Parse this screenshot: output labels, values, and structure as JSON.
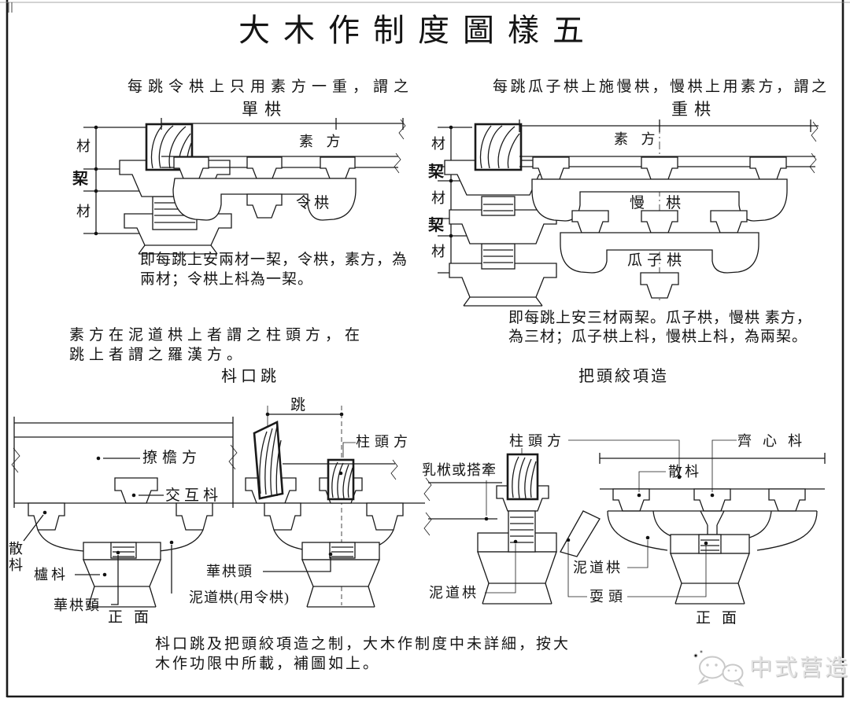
{
  "title": "大木作制度圖樣五",
  "top_left": {
    "caption": "每跳令栱上只用素方一重，謂之",
    "heading": "單栱",
    "dim_labels": [
      "材",
      "栔",
      "材"
    ],
    "su_fang": "素 方",
    "ling_gong": "令栱",
    "note1": "即每跳上安兩材一栔，令栱，素方，為",
    "note2": "兩材；令栱上枓為一栔。"
  },
  "top_right": {
    "caption": "每跳瓜子栱上施慢栱，慢栱上用素方，謂之",
    "heading": "重栱",
    "dim_labels": [
      "材",
      "栔",
      "材",
      "栔",
      "材"
    ],
    "su_fang": "素 方",
    "man_gong": "慢　栱",
    "guazi_gong": "瓜子栱",
    "note1": "即每跳上安三材兩栔。瓜子栱，慢栱 素方，",
    "note2": "為三材；瓜子栱上枓，慢栱上枓，為兩栔。"
  },
  "middle_note": {
    "line1": "素方在泥道栱上者謂之柱頭方，在",
    "line2": "跳上者謂之羅漢方。"
  },
  "sections": {
    "left": "枓口跳",
    "right": "把頭絞項造"
  },
  "bottom_left": {
    "tiao": "跳",
    "liaoyanfang": "撩檐方",
    "jiaohudou": "交互枓",
    "sandou": "散枓",
    "ludou": "櫨枓",
    "huagongtou1": "華栱頭",
    "huagongtou2": "華栱頭",
    "zhutoufang": "柱頭方",
    "nidaogong": "泥道栱(用令栱)",
    "view": "正面"
  },
  "bottom_right": {
    "zhutoufang": "柱頭方",
    "qixindou": "齊心枓",
    "sandou": "散枓",
    "rufu": "乳栿或搭牽",
    "nidaogong1": "泥道栱",
    "nidaogong2": "泥道栱",
    "shuatou": "耍頭",
    "view": "正面"
  },
  "footer": {
    "line1": "枓口跳及把頭絞項造之制，大木作制度中未詳細，按大",
    "line2": "木作功限中所載，補圖如上。"
  },
  "watermark": "中式营造"
}
